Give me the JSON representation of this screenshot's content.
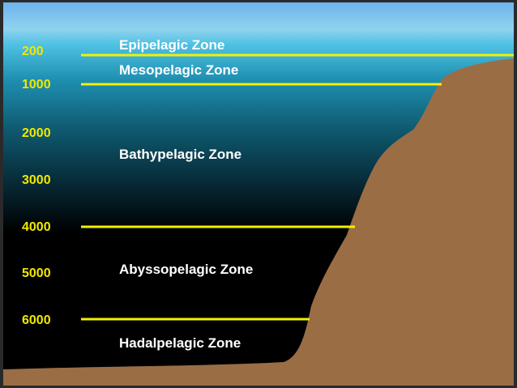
{
  "depth_labels": [
    "200",
    "1000",
    "2000",
    "3000",
    "4000",
    "5000",
    "6000"
  ],
  "zones": [
    "Epipelagic Zone",
    "Mesopelagic Zone",
    "Bathypelagic Zone",
    "Abyssopelagic Zone",
    "Hadalpelagic Zone"
  ],
  "colors": {
    "boundary_line": "#f2f200",
    "depth_text": "#f0e800",
    "zone_text": "#ffffff",
    "seafloor": "#9a6d45",
    "surface_water": "#5bc4e4",
    "deep_water": "#000000"
  }
}
